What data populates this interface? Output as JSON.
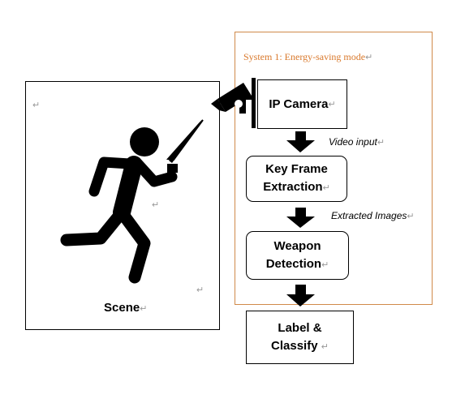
{
  "scene": {
    "label": "Scene"
  },
  "system": {
    "title": "System 1: Energy-saving mode"
  },
  "nodes": {
    "camera": "IP Camera",
    "keyframe_line1": "Key Frame",
    "keyframe_line2": "Extraction",
    "weapon_line1": "Weapon",
    "weapon_line2": "Detection",
    "label_line1": "Label &",
    "label_line2": "Classify"
  },
  "edges": {
    "video_input": "Video input",
    "extracted_images": "Extracted Images"
  },
  "marks": {
    "paragraph": "↵"
  },
  "colors": {
    "system_border": "#d08a4a",
    "system_title": "#d9782b"
  }
}
